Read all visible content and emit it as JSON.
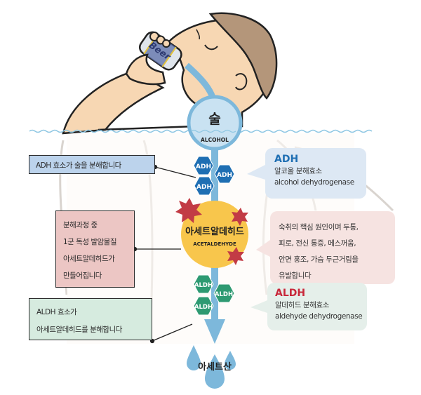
{
  "figure": {
    "title": "알코올 분해 과정",
    "colors": {
      "pipe": "#7db8db",
      "alcohol_circle_fill": "#c9e2f2",
      "alcohol_circle_stroke": "#7db8db",
      "adh_hex": "#1f6fb3",
      "aldh_hex": "#2e9a72",
      "acetaldehyde_fill": "#f8c64c",
      "toxin_star": "#c23b45",
      "adh_title": "#1f6fb3",
      "aldh_title": "#c8283a",
      "skin": "#f7d7b3",
      "hair": "#b4967a",
      "water_line": "#8fc7e3"
    }
  },
  "alcohol": {
    "label_ko": "술",
    "label_en": "ALCOHOL"
  },
  "adh": {
    "hex_labels": [
      "ADH",
      "ADH",
      "ADH"
    ],
    "callout": "ADH 효소가 술을 분해합니다",
    "info": {
      "title": "ADH",
      "line1": "알코올 분해효소",
      "line2": "alcohol dehydrogenase"
    }
  },
  "acetaldehyde": {
    "label_ko": "아세트알데히드",
    "label_en": "ACETALDEHYDE",
    "callout_lines": [
      "분해과정 중",
      "1군 독성 발암물질",
      "아세트알데히드가",
      "만들어집니다"
    ],
    "info_lines": [
      "숙취의 핵심 원인이며 두통,",
      "피로, 전신 통증, 메스꺼움,",
      "안면 홍조, 가슴 두근거림을",
      "유발합니다"
    ]
  },
  "aldh": {
    "hex_labels": [
      "ALDH",
      "ALDH",
      "ALDH"
    ],
    "callout_lines": [
      "ALDH 효소가",
      "아세트알데히드를 분해합니다"
    ],
    "info": {
      "title": "ALDH",
      "line1": "알데히드 분해효소",
      "line2": "aldehyde dehydrogenase"
    }
  },
  "acetic_acid": {
    "label_ko": "아세트산"
  },
  "can": {
    "label": "Beer"
  }
}
